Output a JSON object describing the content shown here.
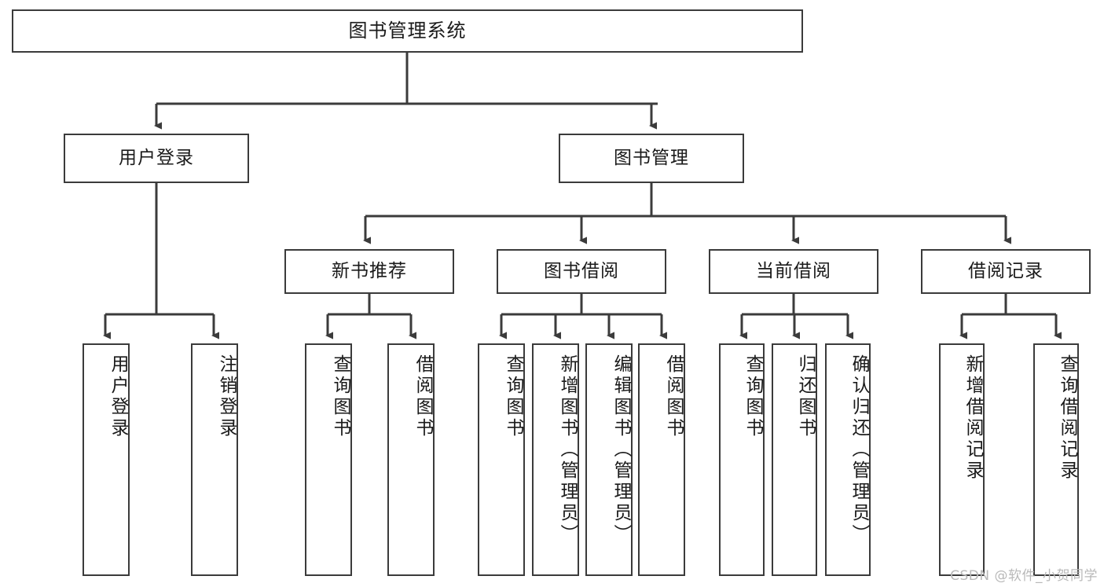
{
  "diagram": {
    "title": "图书管理系统",
    "type": "tree-hierarchy",
    "watermark": "CSDN @软件_小贺同学",
    "line_color": "#3b3b3b",
    "box_fill": "#ffffff",
    "text_color": "#1a1a1a",
    "watermark_color": "#b9b9b9"
  },
  "nodes": {
    "root": {
      "label": "图书管理系统"
    },
    "level2": [
      {
        "label": "用户登录"
      },
      {
        "label": "图书管理"
      }
    ],
    "level3": [
      {
        "label": "新书推荐"
      },
      {
        "label": "图书借阅"
      },
      {
        "label": "当前借阅"
      },
      {
        "label": "借阅记录"
      }
    ],
    "leaves": {
      "user_login": [
        {
          "label": "用户登录"
        },
        {
          "label": "注销登录"
        }
      ],
      "new_book_recommend": [
        {
          "label": "查询图书"
        },
        {
          "label": "借阅图书"
        }
      ],
      "book_borrow": [
        {
          "label": "查询图书"
        },
        {
          "label": "新增图书（管理员）"
        },
        {
          "label": "编辑图书（管理员）"
        },
        {
          "label": "借阅图书"
        }
      ],
      "current_borrow": [
        {
          "label": "查询图书"
        },
        {
          "label": "归还图书"
        },
        {
          "label": "确认归还（管理员）"
        }
      ],
      "borrow_record": [
        {
          "label": "新增借阅记录"
        },
        {
          "label": "查询借阅记录"
        }
      ]
    }
  }
}
